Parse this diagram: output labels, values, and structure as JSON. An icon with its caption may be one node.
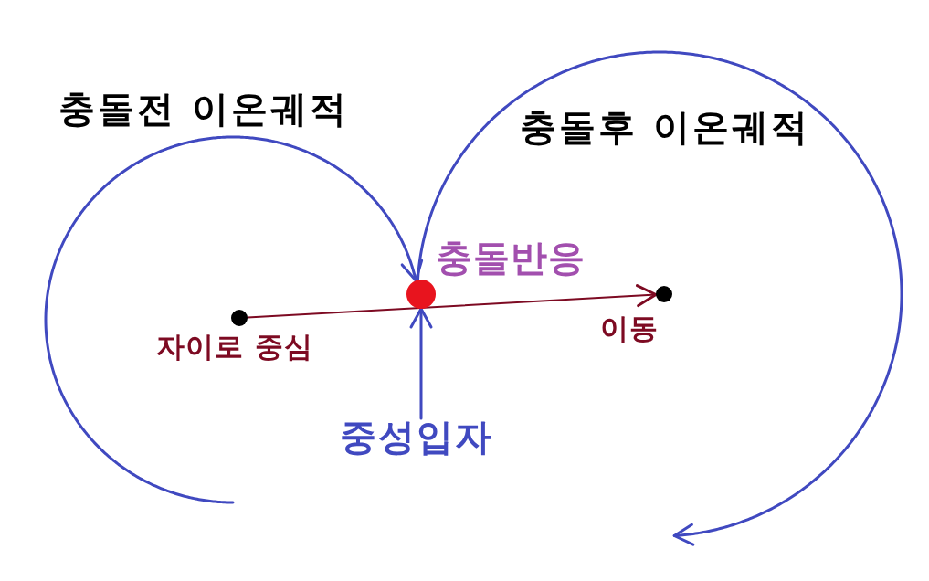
{
  "diagram": {
    "nodes": [
      {
        "text": [],
        "shape": "circle",
        "beside": [
          "충돌반응"
        ]
      },
      {
        "text": [],
        "shape": "circle",
        "beside": [
          "자이로 중심"
        ]
      },
      {
        "text": [],
        "shape": "circle",
        "beside": [
          "이동"
        ]
      },
      {
        "text": [
          "중성입자"
        ]
      }
    ],
    "edges": [
      {
        "from": null,
        "to": 0,
        "arrow": "to"
      },
      {
        "from": 0,
        "to": null,
        "arrow": "to"
      },
      {
        "from": 3,
        "to": 0,
        "arrow": "to"
      },
      {
        "from": 1,
        "to": 2,
        "arrow": "to",
        "color": "#7d0a22"
      }
    ],
    "labels": [
      "충돌전 이온궤적",
      "충돌후 이온궤적"
    ]
  }
}
